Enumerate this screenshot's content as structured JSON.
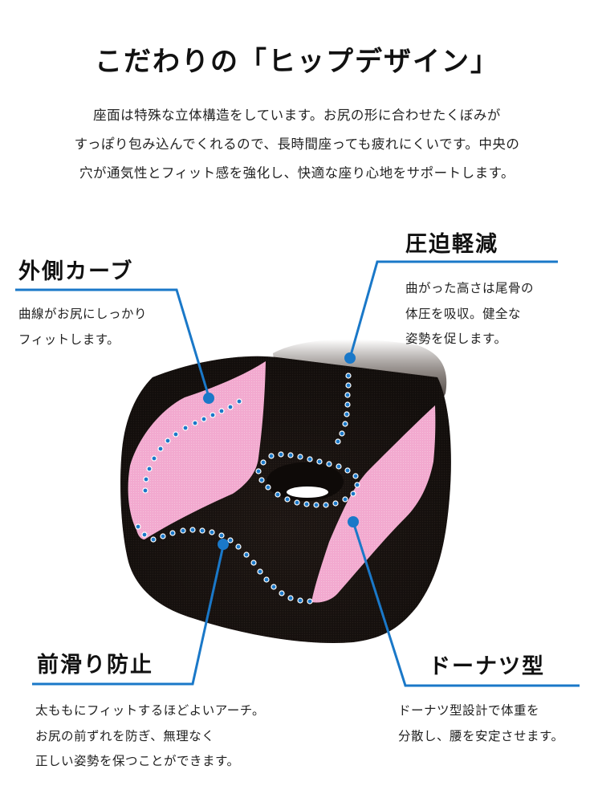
{
  "heading": {
    "title": "こだわりの「ヒップデザイン」"
  },
  "intro": {
    "lines": [
      "座面は特殊な立体構造をしています。お尻の形に合わせたくぼみが",
      "すっぽり包み込んでくれるので、長時間座っても疲れにくいです。中央の",
      "穴が通気性とフィット感を強化し、快適な座り心地をサポートします。"
    ]
  },
  "callouts": {
    "outer_curve": {
      "title": "外側カーブ",
      "lines": [
        "曲線がお尻にしっかり",
        "フィットします。"
      ]
    },
    "pressure_relief": {
      "title": "圧迫軽減",
      "lines": [
        "曲がった高さは尾骨の",
        "体圧を吸収。健全な",
        "姿勢を促します。"
      ]
    },
    "anti_slip": {
      "title": "前滑り防止",
      "lines": [
        "太ももにフィットするほどよいアーチ。",
        "お尻の前ずれを防ぎ、無理なく",
        "正しい姿勢を保つことができます。"
      ]
    },
    "donut": {
      "title": "ドーナツ型",
      "lines": [
        "ドーナツ型設計で体重を",
        "分散し、腰を安定させます。"
      ]
    }
  },
  "colors": {
    "accent_blue": "#1a78c8",
    "cushion_black": "#1c1512",
    "mesh_pink": "#f2a9cf",
    "title_band": "#e6d6c0"
  },
  "image": {
    "subject": "seat-cushion-photo"
  }
}
